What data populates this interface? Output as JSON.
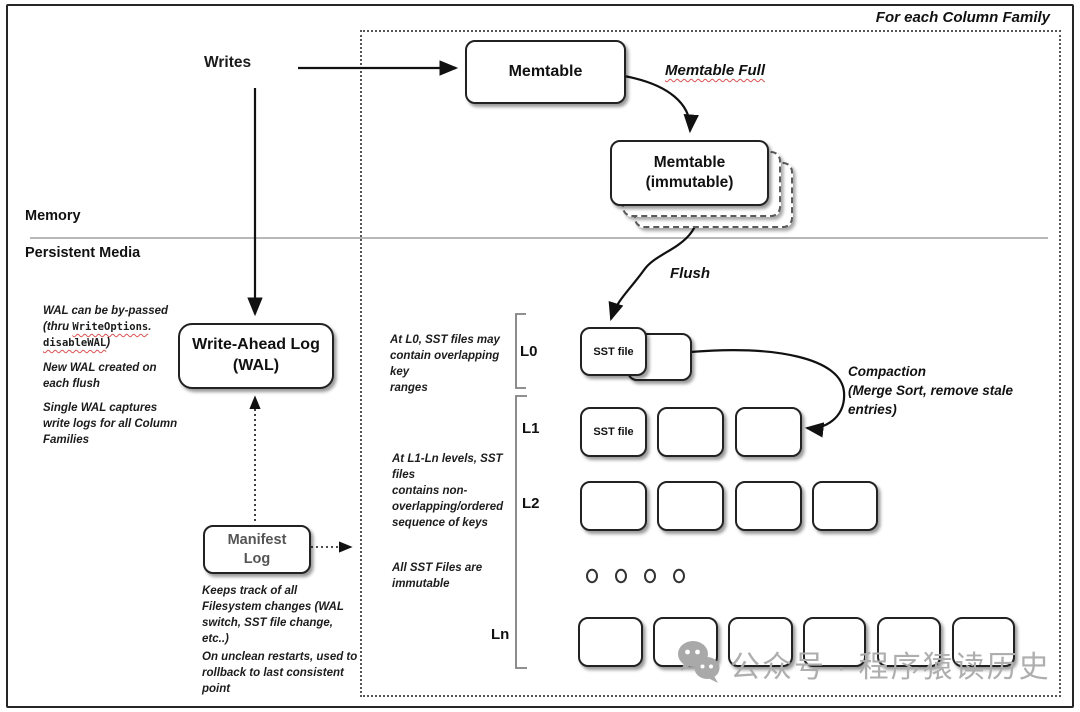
{
  "frame": {
    "region_label": "For each Column Family"
  },
  "zones": {
    "memory": "Memory",
    "persistent": "Persistent Media"
  },
  "flow": {
    "writes": "Writes",
    "memtable": "Memtable",
    "memtable_immutable": "Memtable\n(immutable)",
    "wal": "Write-Ahead Log\n(WAL)",
    "manifest": "Manifest\nLog",
    "sst_file": "SST file"
  },
  "edges": {
    "memtable_full": "Memtable Full",
    "flush": "Flush",
    "compaction": "Compaction\n(Merge Sort, remove stale\nentries)"
  },
  "levels": {
    "l0": "L0",
    "l1": "L1",
    "l2": "L2",
    "ln": "Ln"
  },
  "notes": {
    "wal_bypass_l1": "WAL can be by-passed",
    "wal_bypass_l2_pre": "(thru ",
    "wal_bypass_code1": "WriteOptions",
    "wal_bypass_l2_post": ".",
    "wal_bypass_code2": "disableWAL",
    "wal_bypass_l3_post": ")",
    "wal_new": "New WAL created on\neach flush",
    "wal_single": "Single WAL captures\nwrite logs for all Column\nFamilies",
    "manifest_tracks": "Keeps track of all\nFilesystem changes (WAL\nswitch, SST file change,\netc..)",
    "manifest_rollback": "On unclean restarts, used to\nrollback to last consistent\npoint",
    "l0_note": "At L0, SST files may\ncontain overlapping key\nranges",
    "l1_note": "At L1-Ln levels, SST files\ncontains non-\noverlapping/ordered\nsequence of keys",
    "immutable_note": "All SST Files are\nimmutable"
  },
  "watermark": {
    "text": "公众号 · 程序猿读历史"
  },
  "colors": {
    "stroke": "#1a1a1a",
    "squiggle": "#d95151",
    "divider": "#b8b8b8",
    "watermark": "#aeaeae"
  }
}
